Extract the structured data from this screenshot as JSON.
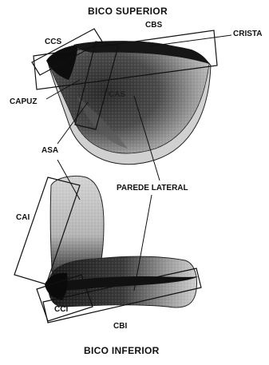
{
  "titles": {
    "top": "BICO SUPERIOR",
    "bottom": "BICO INFERIOR"
  },
  "labels": {
    "cbs": "CBS",
    "crista": "CRISTA",
    "ccs": "CCS",
    "capuz": "CAPUZ",
    "cas": "CAS",
    "asa": "ASA",
    "parede_lateral": "PAREDE LATERAL",
    "cai": "CAI",
    "cci": "CCI",
    "cbi": "CBI"
  },
  "colors": {
    "ink": "#111111",
    "shade_dark": "#1a1a1a",
    "shade_mid": "#6e6e6e",
    "shade_light": "#c8c8c8"
  }
}
